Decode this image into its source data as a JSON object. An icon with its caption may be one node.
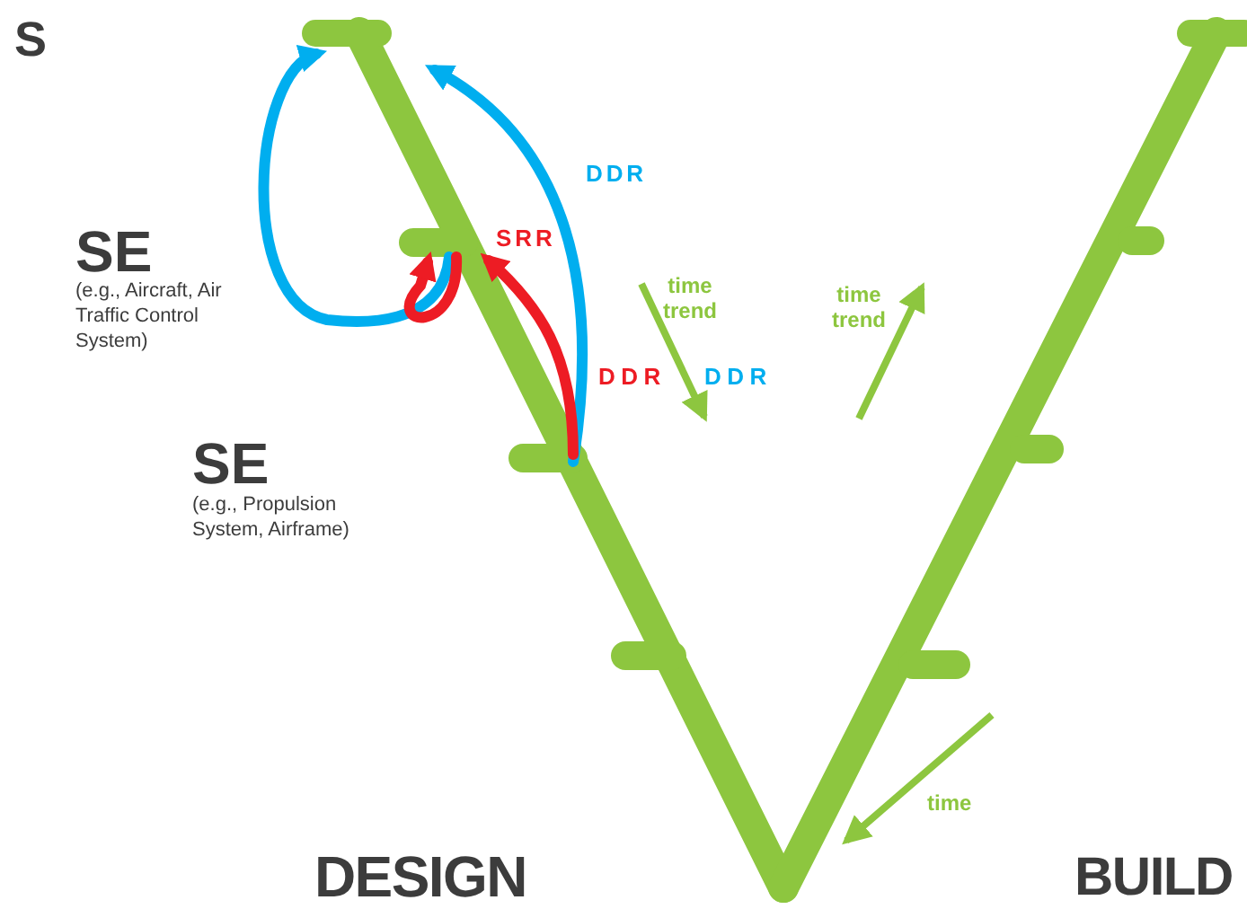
{
  "diagram": {
    "nodes": [
      {
        "text": [],
        "shape": "bar"
      },
      {
        "text": [],
        "shape": "bar"
      },
      {
        "text": [],
        "shape": "bar"
      },
      {
        "text": [],
        "shape": "bar"
      },
      {
        "text": [],
        "shape": "bar"
      },
      {
        "text": [],
        "shape": "bar"
      },
      {
        "text": [],
        "shape": "bar"
      },
      {
        "text": [],
        "shape": "bar"
      }
    ],
    "edges": [
      {
        "from": 2,
        "to": 0,
        "arrow": "to",
        "label": "DDR",
        "color": "#00aeef"
      },
      {
        "from": 1,
        "to": 0,
        "arrow": "to",
        "color": "#00aeef"
      },
      {
        "from": 2,
        "to": 1,
        "arrow": "to",
        "label": "SRR",
        "color": "#ed1c24"
      },
      {
        "from": 1,
        "to": 1,
        "arrow": "to",
        "color": "#ed1c24"
      }
    ],
    "labels": [
      "S",
      "SE",
      "(e.g., Aircraft, Air Traffic Control System)",
      "time trend",
      "time trend",
      "DDR",
      "DDR",
      "SE",
      "(e.g., Propulsion System, Airframe)",
      "time",
      "DESIGN",
      "BUILD"
    ]
  }
}
